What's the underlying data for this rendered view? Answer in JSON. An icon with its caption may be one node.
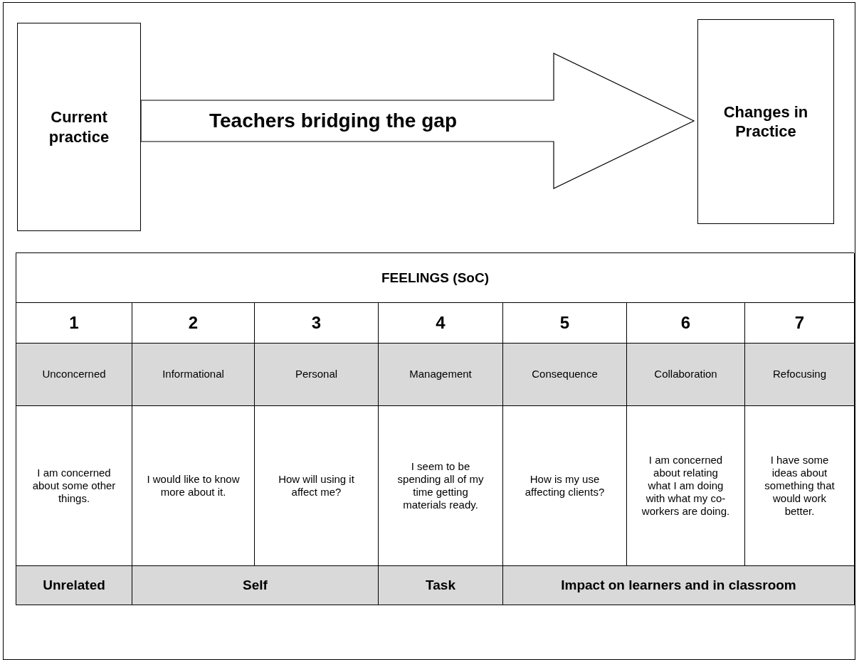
{
  "diagram": {
    "nodes": [
      {
        "text": [
          "Current practice"
        ]
      },
      {
        "text": [
          "Changes in Practice"
        ]
      }
    ],
    "edges": [
      {
        "from": 0,
        "to": 1,
        "arrow": "to",
        "label": "Teachers bridging the gap",
        "style": "thick"
      }
    ],
    "labels": [
      "FEELINGS (SoC)",
      "1",
      "2",
      "3",
      "4",
      "5",
      "6",
      "7",
      "Unconcerned",
      "Informational",
      "Personal",
      "Management",
      "Consequence",
      "Collaboration",
      "Refocusing",
      "I am concerned about some other things.",
      "I would like to know more about it.",
      "How will using it affect me?",
      "I seem to be spending all of my time getting materials ready.",
      "How is my use affecting clients?",
      "I am concerned about relating what I am doing with what my co-workers are doing.",
      "I have some ideas about something that would work better.",
      "Unrelated",
      "Self",
      "Task",
      "Impact on learners and in classroom"
    ]
  }
}
